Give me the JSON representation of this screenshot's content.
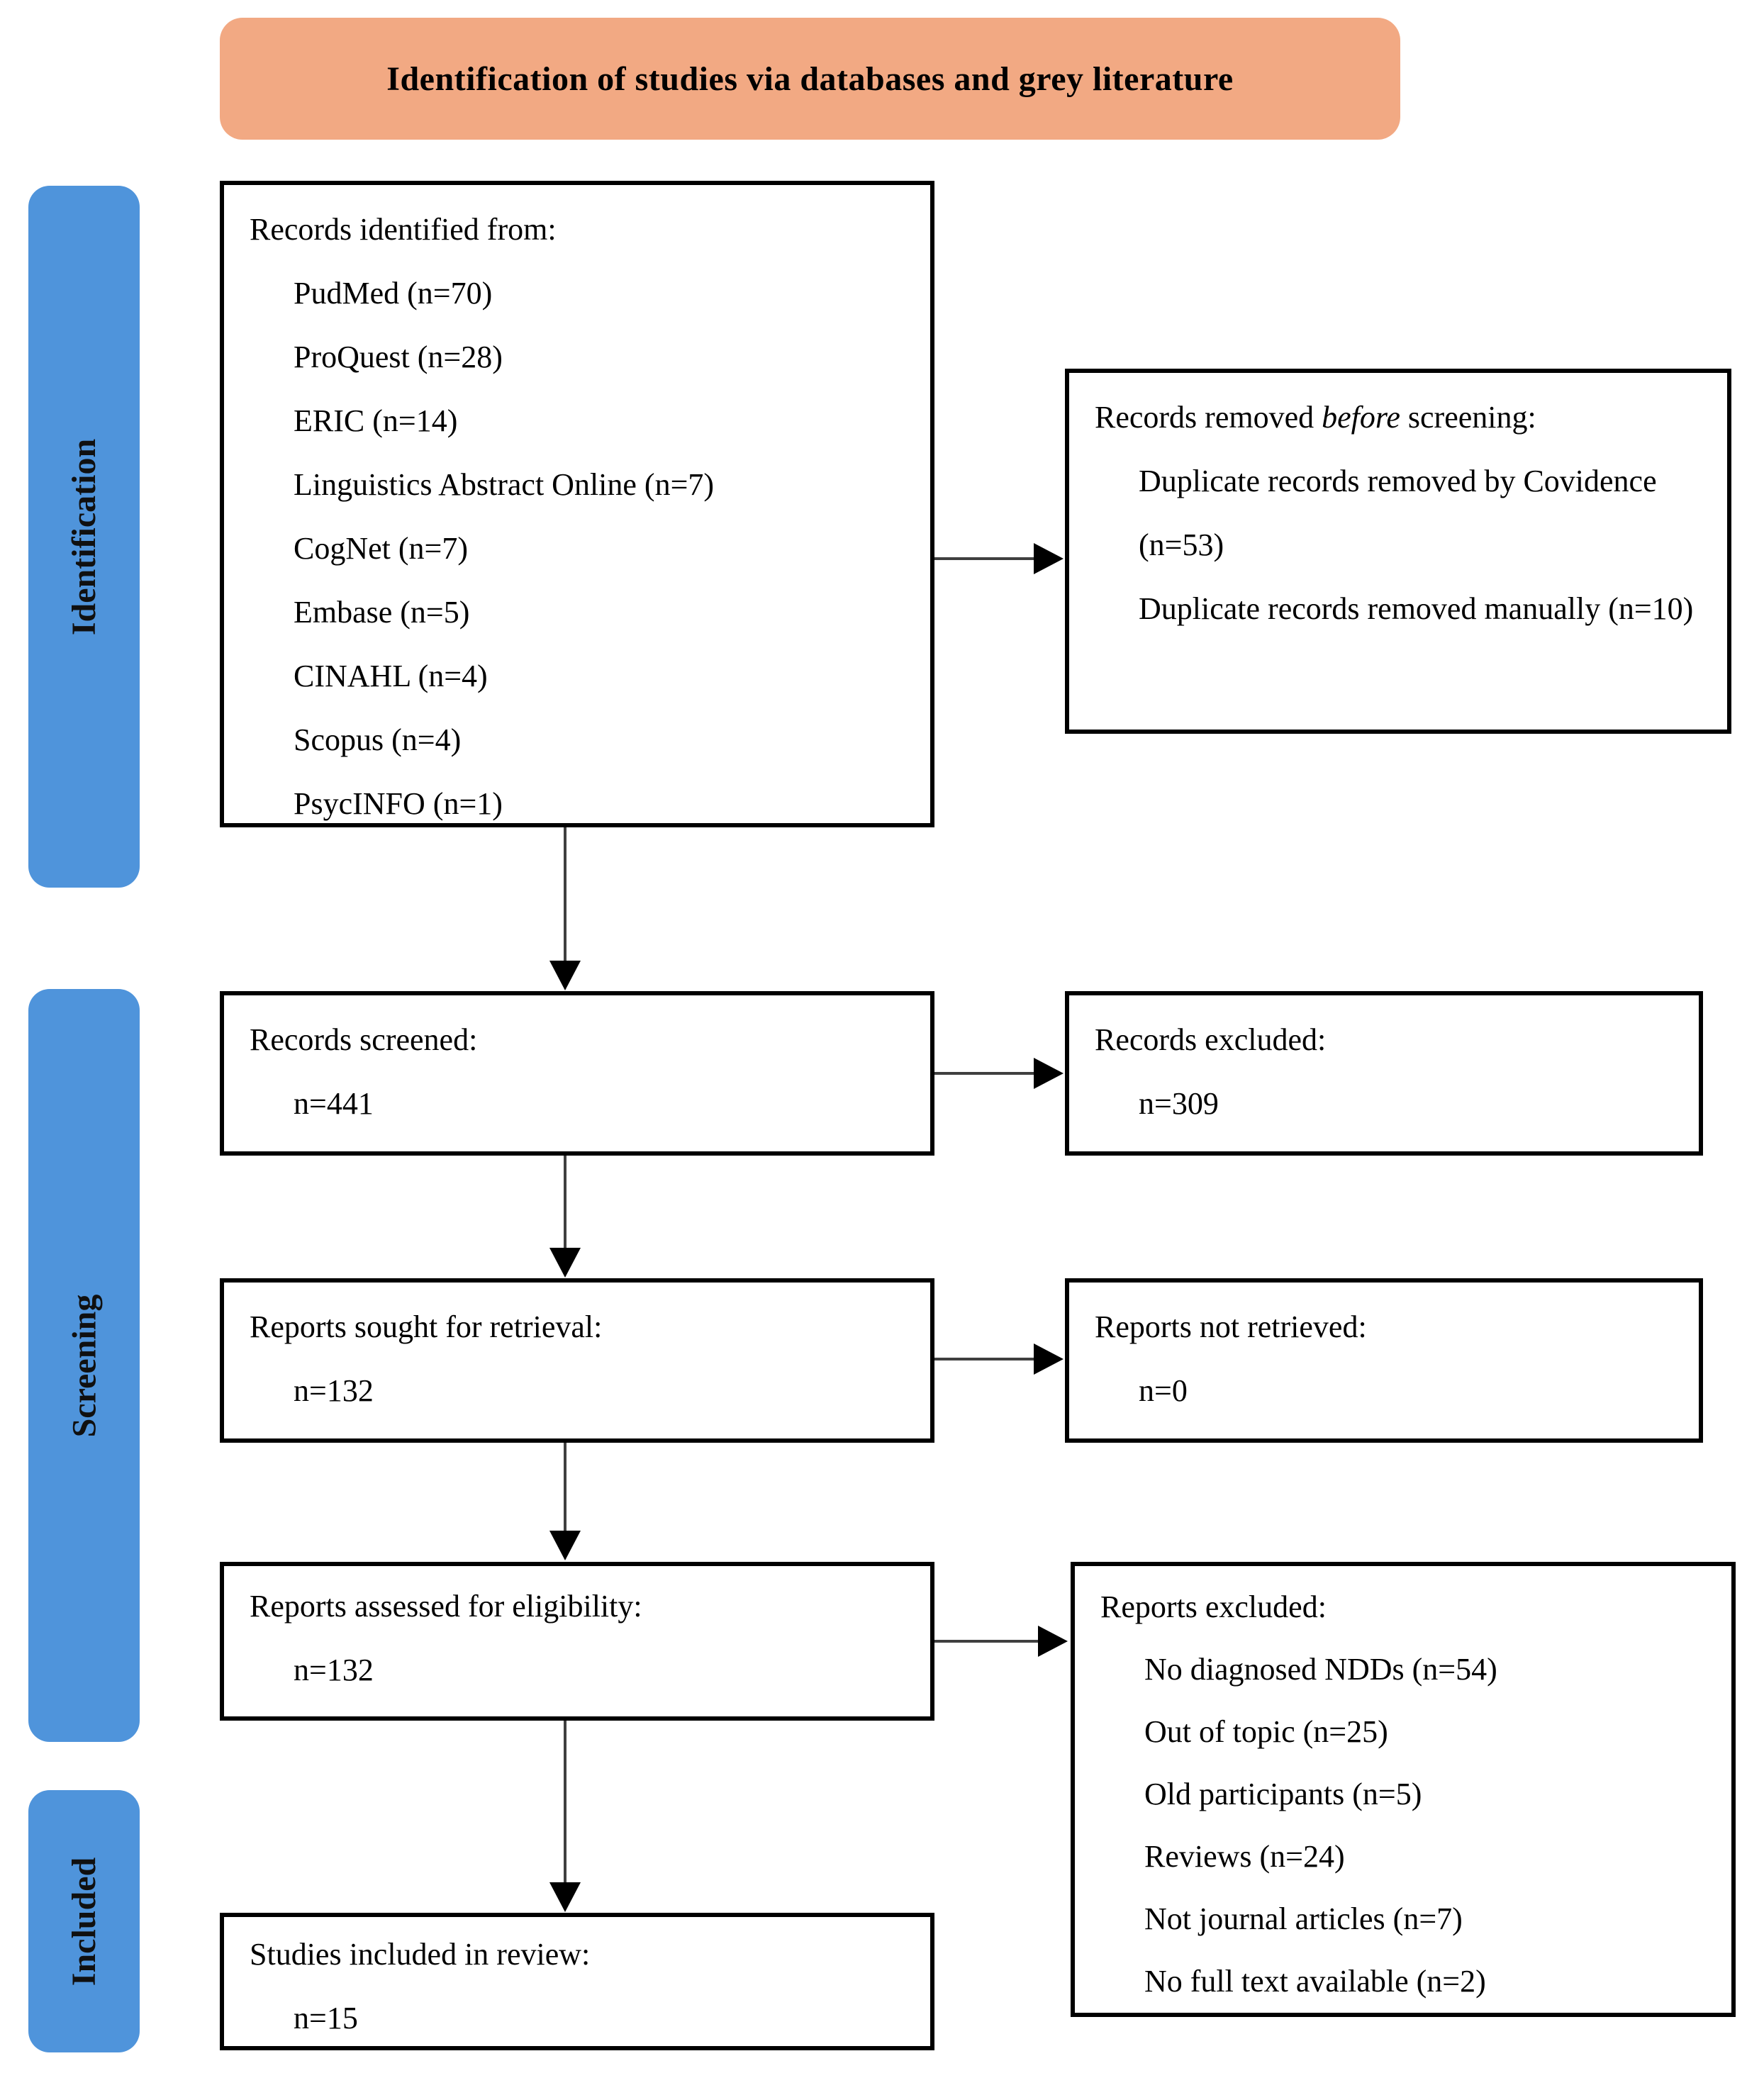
{
  "colors": {
    "header_bg": "#F2A983",
    "stage_tab_bg": "#4F94DB",
    "box_border": "#000000",
    "connector": "#3F3F3F",
    "arrowhead": "#000000"
  },
  "header": {
    "title": "Identification of studies via databases and grey literature"
  },
  "sidebar": {
    "stages": {
      "identification": "Identification",
      "screening": "Screening",
      "included": "Included"
    }
  },
  "boxes": {
    "identified": {
      "title": "Records identified from:",
      "items": [
        "PudMed (n=70)",
        "ProQuest (n=28)",
        "ERIC (n=14)",
        "Linguistics Abstract Online (n=7)",
        "CogNet (n=7)",
        "Embase (n=5)",
        "CINAHL (n=4)",
        "Scopus (n=4)",
        "PsycINFO (n=1)"
      ]
    },
    "removed_before": {
      "title_pre": "Records removed ",
      "title_italic": "before",
      "title_post": " screening:",
      "items": [
        "Duplicate records removed by Covidence (n=53)",
        "Duplicate records removed manually (n=10)"
      ]
    },
    "screened": {
      "title": "Records screened:",
      "count": "n=441"
    },
    "excluded": {
      "title": "Records excluded:",
      "count": "n=309"
    },
    "sought": {
      "title": "Reports sought for retrieval:",
      "count": "n=132"
    },
    "not_retrieved": {
      "title": "Reports not retrieved:",
      "count": "n=0"
    },
    "assessed": {
      "title": "Reports assessed for eligibility:",
      "count": "n=132"
    },
    "reports_excluded": {
      "title": "Reports excluded:",
      "items": [
        "No diagnosed NDDs (n=54)",
        "Out of topic (n=25)",
        "Old participants (n=5)",
        "Reviews (n=24)",
        "Not journal articles (n=7)",
        "No full text available (n=2)"
      ]
    },
    "included_studies": {
      "title": "Studies included in review:",
      "count": "n=15"
    }
  }
}
